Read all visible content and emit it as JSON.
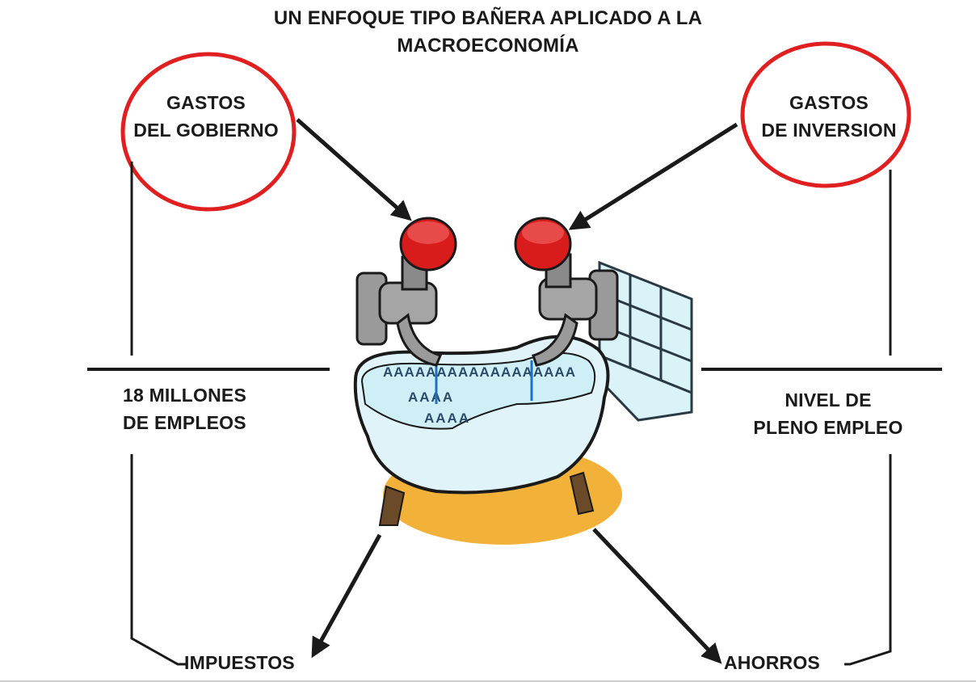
{
  "title_line1": "UN ENFOQUE TIPO BAÑERA APLICADO A LA",
  "title_line2": "MACROECONOMÍA",
  "inflows": {
    "left_line1": "GASTOS",
    "left_line2": "DEL GOBIERNO",
    "right_line1": "GASTOS",
    "right_line2": "DE INVERSION"
  },
  "levels": {
    "left_line1": "18 MILLONES",
    "left_line2": "DE EMPLEOS",
    "right_line1": "NIVEL DE",
    "right_line2": "PLENO EMPLEO"
  },
  "outflows": {
    "left": "IMPUESTOS",
    "right": "AHORROS"
  },
  "water_marks": {
    "row1": "AAAAAAAAAAAAAAAAAA",
    "row2": "AAAA",
    "row3": "AAAA"
  },
  "colors": {
    "highlight_circle": "#e02020",
    "tap_handle": "#d81c1c",
    "tap_body": "#9a9a9a",
    "water": "#cfeff7",
    "floor_mat": "#f2b23a",
    "lines": "#1a1a1a"
  }
}
